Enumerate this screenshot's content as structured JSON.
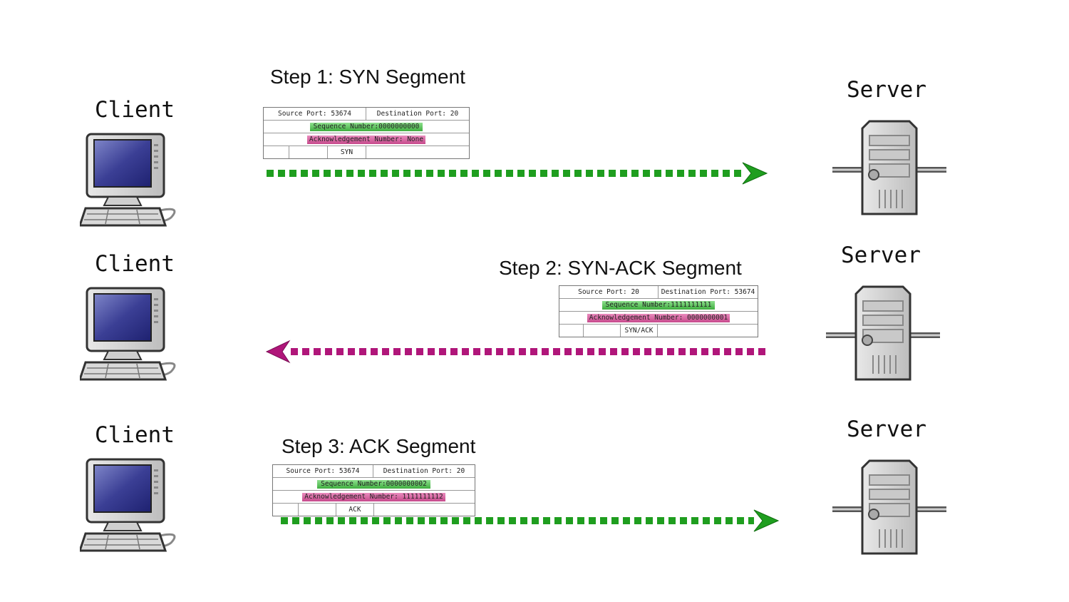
{
  "labels": {
    "client": "Client",
    "server": "Server"
  },
  "colors": {
    "syn": "#1f9e1f",
    "ack": "#b0167a"
  },
  "steps": [
    {
      "title": "Step 1: SYN Segment",
      "source_port": "Source Port: 53674",
      "dest_port": "Destination Port: 20",
      "seq": "Sequence Number:0000000000",
      "ack": "Acknowledgement Number: None",
      "flags": "SYN",
      "direction": "client-to-server"
    },
    {
      "title": "Step 2: SYN-ACK Segment",
      "source_port": "Source Port:  20",
      "dest_port": "Destination Port: 53674",
      "seq": "Sequence Number:1111111111",
      "ack": "Acknowledgement Number: 0000000001",
      "flags": "SYN/ACK",
      "direction": "server-to-client"
    },
    {
      "title": "Step 3: ACK Segment",
      "source_port": "Source Port: 53674",
      "dest_port": "Destination Port: 20",
      "seq": "Sequence Number:0000000002",
      "ack": "Acknowledgement Number: 1111111112",
      "flags": "ACK",
      "direction": "client-to-server"
    }
  ]
}
